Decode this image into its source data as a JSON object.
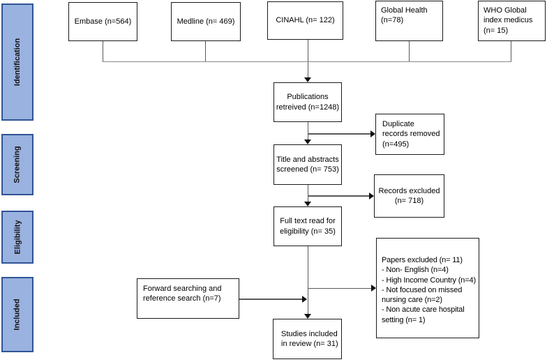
{
  "sidebar": {
    "stages": [
      {
        "label": "Identification"
      },
      {
        "label": "Screening"
      },
      {
        "label": "Eligibility"
      },
      {
        "label": "Included"
      }
    ]
  },
  "sources": [
    {
      "label": "Embase (n=564)"
    },
    {
      "label": "Medline (n= 469)"
    },
    {
      "label": "CINAHL (n= 122)"
    },
    {
      "label": "Global Health (n=78)"
    },
    {
      "label": "WHO Global index medicus (n= 15)"
    }
  ],
  "flow": {
    "publications": "Publications retreived (n=1248)",
    "title_abstracts": "Title and abstracts screened (n= 753)",
    "full_text": "Full text read for eligibility (n= 35)",
    "forward_search": "Forward searching and reference search (n=7)",
    "studies_included": "Studies included in review (n= 31)"
  },
  "exclusions": {
    "duplicates": "Duplicate records removed (n=495)",
    "records_excluded": "Records excluded (n= 718)",
    "papers_excluded": {
      "title": "Papers excluded (n= 11)",
      "reasons": [
        "- Non- English (n=4)",
        "- High Income Country (n=4)",
        "- Not focused on missed nursing care (n=2)",
        "- Non acute care hospital setting (n= 1)"
      ]
    }
  },
  "colors": {
    "stage_fill": "#9AB2DF",
    "stage_border": "#2F5496",
    "box_border": "#1a1a1a",
    "line": "#595959"
  }
}
